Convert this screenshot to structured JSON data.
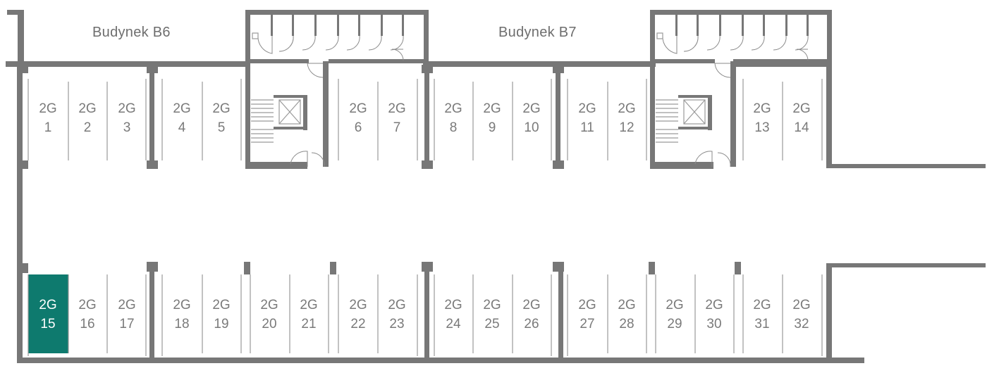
{
  "colors": {
    "wall": "#777777",
    "divider": "#9a9a9a",
    "label": "#7a7a7a",
    "selected_fill": "#0e7a6e",
    "selected_text": "#ffffff"
  },
  "buildings": [
    {
      "id": "b6",
      "label": "Budynek B6"
    },
    {
      "id": "b7",
      "label": "Budynek B7"
    }
  ],
  "selected_spot": "15",
  "spots": [
    {
      "prefix": "2G",
      "number": "1"
    },
    {
      "prefix": "2G",
      "number": "2"
    },
    {
      "prefix": "2G",
      "number": "3"
    },
    {
      "prefix": "2G",
      "number": "4"
    },
    {
      "prefix": "2G",
      "number": "5"
    },
    {
      "prefix": "2G",
      "number": "6"
    },
    {
      "prefix": "2G",
      "number": "7"
    },
    {
      "prefix": "2G",
      "number": "8"
    },
    {
      "prefix": "2G",
      "number": "9"
    },
    {
      "prefix": "2G",
      "number": "10"
    },
    {
      "prefix": "2G",
      "number": "11"
    },
    {
      "prefix": "2G",
      "number": "12"
    },
    {
      "prefix": "2G",
      "number": "13"
    },
    {
      "prefix": "2G",
      "number": "14"
    },
    {
      "prefix": "2G",
      "number": "15"
    },
    {
      "prefix": "2G",
      "number": "16"
    },
    {
      "prefix": "2G",
      "number": "17"
    },
    {
      "prefix": "2G",
      "number": "18"
    },
    {
      "prefix": "2G",
      "number": "19"
    },
    {
      "prefix": "2G",
      "number": "20"
    },
    {
      "prefix": "2G",
      "number": "21"
    },
    {
      "prefix": "2G",
      "number": "22"
    },
    {
      "prefix": "2G",
      "number": "23"
    },
    {
      "prefix": "2G",
      "number": "24"
    },
    {
      "prefix": "2G",
      "number": "25"
    },
    {
      "prefix": "2G",
      "number": "26"
    },
    {
      "prefix": "2G",
      "number": "27"
    },
    {
      "prefix": "2G",
      "number": "28"
    },
    {
      "prefix": "2G",
      "number": "29"
    },
    {
      "prefix": "2G",
      "number": "30"
    },
    {
      "prefix": "2G",
      "number": "31"
    },
    {
      "prefix": "2G",
      "number": "32"
    }
  ]
}
